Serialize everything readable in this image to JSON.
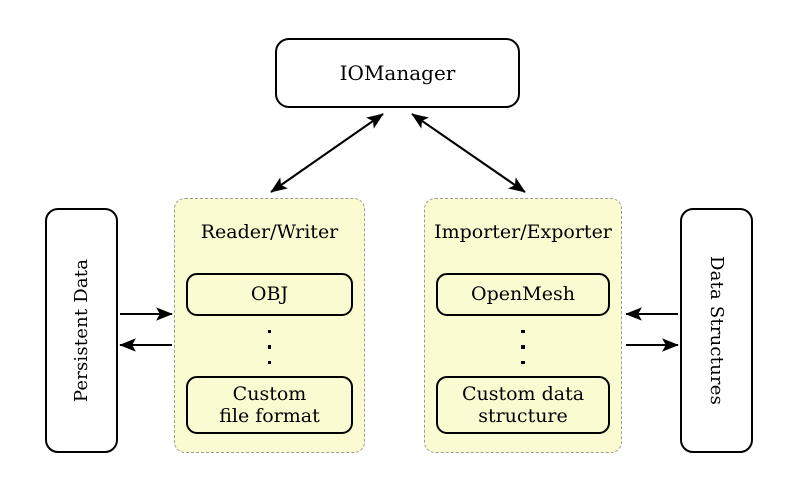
{
  "diagram": {
    "title_node": {
      "label": "IOManager"
    },
    "left_side_node": {
      "label": "Persistent Data"
    },
    "right_side_node": {
      "label": "Data Structures"
    },
    "groups": [
      {
        "id": "reader-writer",
        "title": "Reader/Writer",
        "top_item": "OBJ",
        "ellipsis": "vertical-dots",
        "bottom_item_line1": "Custom",
        "bottom_item_line2": "file format"
      },
      {
        "id": "importer-exporter",
        "title": "Importer/Exporter",
        "top_item": "OpenMesh",
        "ellipsis": "vertical-dots",
        "bottom_item_line1": "Custom data",
        "bottom_item_line2": "structure"
      }
    ],
    "connections": [
      {
        "name": "iomanager-to-reader-writer",
        "style": "double-headed",
        "orientation": "diagonal"
      },
      {
        "name": "iomanager-to-importer-exporter",
        "style": "double-headed",
        "orientation": "diagonal"
      },
      {
        "name": "persistent-data-to-reader-writer",
        "style": "single-headed",
        "direction": "right"
      },
      {
        "name": "reader-writer-to-persistent-data",
        "style": "single-headed",
        "direction": "left"
      },
      {
        "name": "data-structures-to-importer-exporter",
        "style": "single-headed",
        "direction": "left"
      },
      {
        "name": "importer-exporter-to-data-structures",
        "style": "single-headed",
        "direction": "right"
      }
    ],
    "colors": {
      "group_fill": "#fbfbd2",
      "group_border": "#9b9b9b",
      "node_border": "#000000",
      "background": "#ffffff"
    }
  }
}
